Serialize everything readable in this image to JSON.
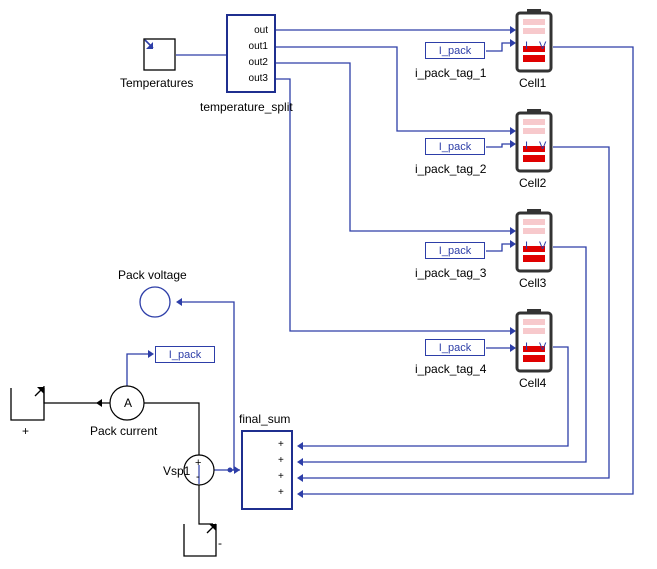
{
  "diagram": {
    "temperatures": {
      "label": "Temperatures"
    },
    "temperature_split": {
      "label": "temperature_split",
      "ports": [
        "out",
        "out1",
        "out2",
        "out3"
      ]
    },
    "cells": [
      {
        "name": "Cell1",
        "tag_label": "i_pack_tag_1",
        "tag_text": "I_pack",
        "port_i": "I",
        "port_v": "V"
      },
      {
        "name": "Cell2",
        "tag_label": "i_pack_tag_2",
        "tag_text": "I_pack",
        "port_i": "I",
        "port_v": "V"
      },
      {
        "name": "Cell3",
        "tag_label": "i_pack_tag_3",
        "tag_text": "I_pack",
        "port_i": "I",
        "port_v": "V"
      },
      {
        "name": "Cell4",
        "tag_label": "i_pack_tag_4",
        "tag_text": "I_pack",
        "port_i": "I",
        "port_v": "V"
      }
    ],
    "pack_voltage": {
      "label": "Pack voltage"
    },
    "current_tag": {
      "text": "I_pack"
    },
    "ammeter": {
      "label": "Pack current",
      "symbol": "A"
    },
    "source": {
      "label": "Vsp1",
      "plus": "+",
      "minus": "-",
      "arrow": "↑"
    },
    "terminal_plus": {
      "label": "+"
    },
    "terminal_minus": {
      "label": "-"
    },
    "final_sum": {
      "label": "final_sum",
      "inputs": [
        "+",
        "+",
        "+",
        "+"
      ]
    },
    "colors": {
      "wire": "#2d3ea8",
      "block_border": "#1f2f8f",
      "battery_red": "#e00000",
      "battery_pink": "#f7c9cc"
    }
  }
}
